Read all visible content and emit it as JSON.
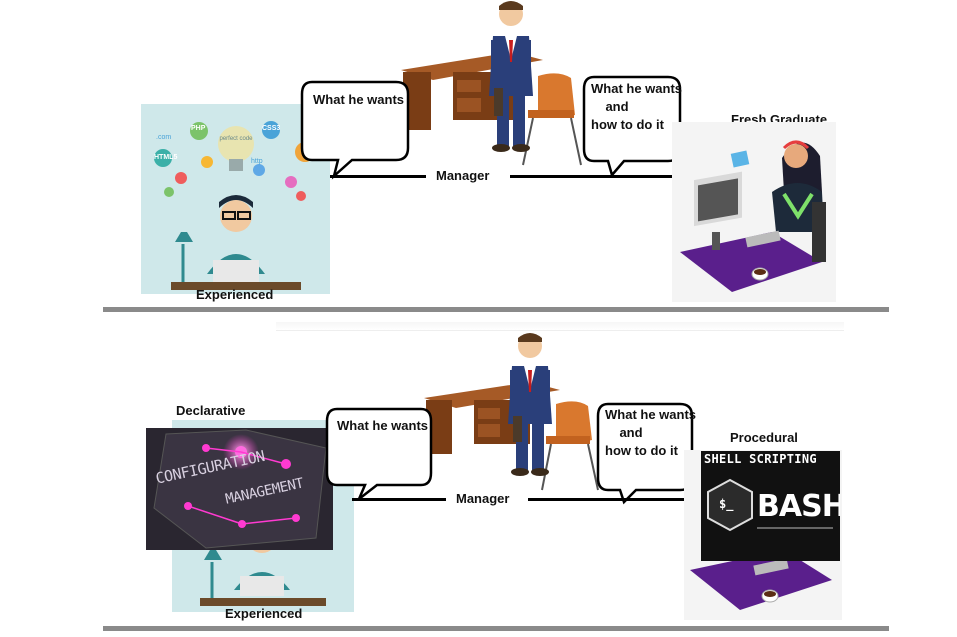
{
  "top_panel": {
    "manager_label": "Manager",
    "left_bubble": "What he wants",
    "right_bubble": "What he wants\n    and\nhow to do it",
    "left_caption": "Experienced",
    "right_caption": "Fresh Graduate",
    "experienced_image": {
      "tags": [
        "PHP",
        "CSS3",
        ".com",
        "HTML5",
        "http",
        "perfect code"
      ]
    }
  },
  "bottom_panel": {
    "manager_label": "Manager",
    "left_bubble": "What he wants",
    "right_bubble": "What he wants\n    and\nhow to do it",
    "left_title": "Declarative",
    "right_title": "Procedural",
    "left_caption": "Experienced",
    "config_image": {
      "line1": "CONFIGURATION",
      "line2": "MANAGEMENT"
    },
    "bash_image": {
      "header": "SHELL SCRIPTING",
      "logo_text": "BASH",
      "prompt": "$_"
    }
  },
  "colors": {
    "divider": "#8a8a8a",
    "suit": "#2a3f7a",
    "desk": "#8b4a1e",
    "chair": "#d9782e",
    "monitor_base": "#5a1f8c",
    "config_glow": "#ff3ad1",
    "bash_bg": "#111111"
  }
}
